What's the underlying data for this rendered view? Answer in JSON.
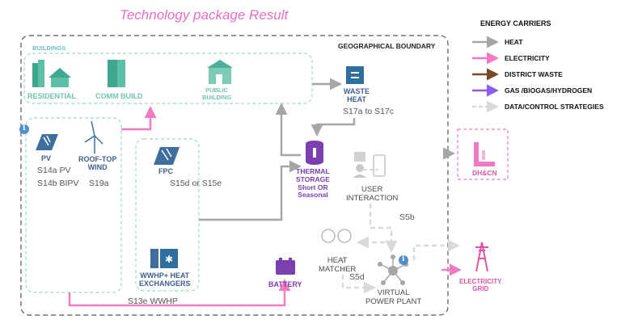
{
  "title": "Technology package Result",
  "legend": {
    "title": "ENERGY CARRIERS",
    "items": [
      {
        "label": "HEAT",
        "color": "#a6a6a6",
        "style": "solid"
      },
      {
        "label": "ELECTRICITY",
        "color": "#f07ac4",
        "style": "solid"
      },
      {
        "label": "DISTRICT WASTE",
        "color": "#7a4a24",
        "style": "solid"
      },
      {
        "label": "GAS /BIOGAS/HYDROGEN",
        "color": "#8a5cf0",
        "style": "solid"
      },
      {
        "label": "DATA/CONTROL STRATEGIES",
        "color": "#d9d9d9",
        "style": "dashed"
      }
    ]
  },
  "boundary_label": "GEOGRAPHICAL BOUNDARY",
  "buildings": {
    "group_label": "BUILDINGS",
    "residential": "RESIDENTIAL",
    "comm_build": "COMM BUILD",
    "public_building": "PUBLIC\nBUILDING"
  },
  "nodes": {
    "pv": "PV",
    "pv_codes_1": "S14a PV",
    "pv_codes_2": "S14b BIPV",
    "wind": "ROOF-TOP\nWIND",
    "wind_code": "S19a",
    "fpc": "FPC",
    "fpc_codes": "S15d or S15e",
    "wwhp": "WWHP+ HEAT\nEXCHANGERS",
    "waste_heat": "WASTE\nHEAT",
    "waste_heat_codes": "S17a to S17c",
    "thermal_storage": "THERMAL\nSTORAGE\nShort OR\nSeasonal",
    "user_interaction": "USER\nINTERACTION",
    "s5b": "S5b",
    "heat_matcher": "HEAT\nMATCHER",
    "s5d": "S5d",
    "vpp": "VIRTUAL\nPOWER PLANT",
    "battery": "BATTERY",
    "battery_code": "S13e WWHP",
    "dhcn": "DH&CN",
    "grid": "ELECTRICITY\nGRID",
    "info_mark": "i"
  },
  "icons": [
    "building-icon",
    "house-icon",
    "solar-panel-icon",
    "wind-turbine-icon",
    "solar-collector-icon",
    "heat-exchanger-icon",
    "waste-heat-icon",
    "thermal-tank-icon",
    "user-device-icon",
    "heat-matcher-icon",
    "network-hub-icon",
    "battery-icon",
    "district-pipe-icon",
    "pylon-icon",
    "info-icon"
  ],
  "colors": {
    "heat": "#a6a6a6",
    "electricity": "#f07ac4",
    "teal": "#6fc3b2",
    "storage": "#7b3fb0",
    "title": "#e66ec0"
  }
}
